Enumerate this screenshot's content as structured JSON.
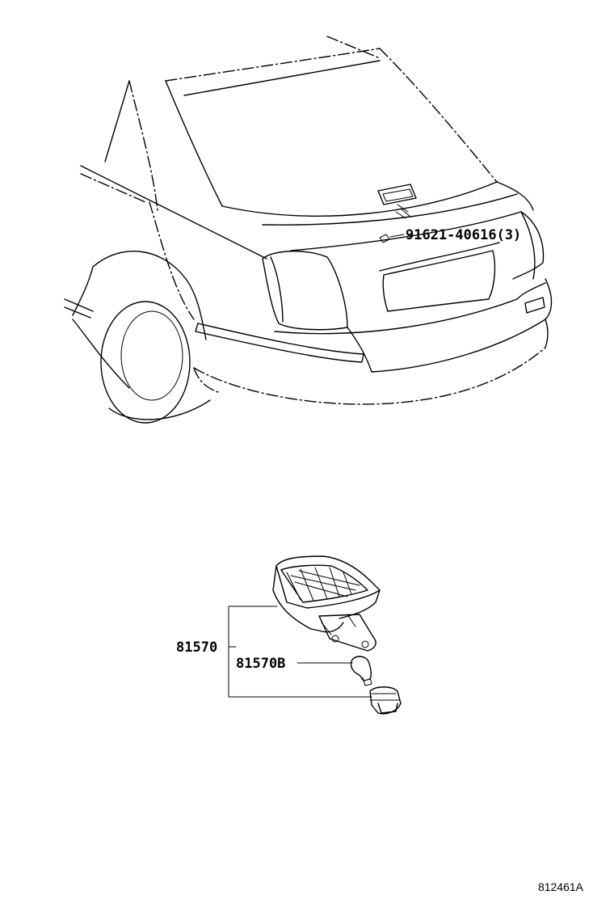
{
  "callouts": {
    "bolt_part": "91621-40616(3)",
    "lamp_assembly_part": "81570",
    "bulb_part": "81570B"
  },
  "figure_code": "812461A",
  "colors": {
    "line": "#000000",
    "background": "#ffffff"
  }
}
